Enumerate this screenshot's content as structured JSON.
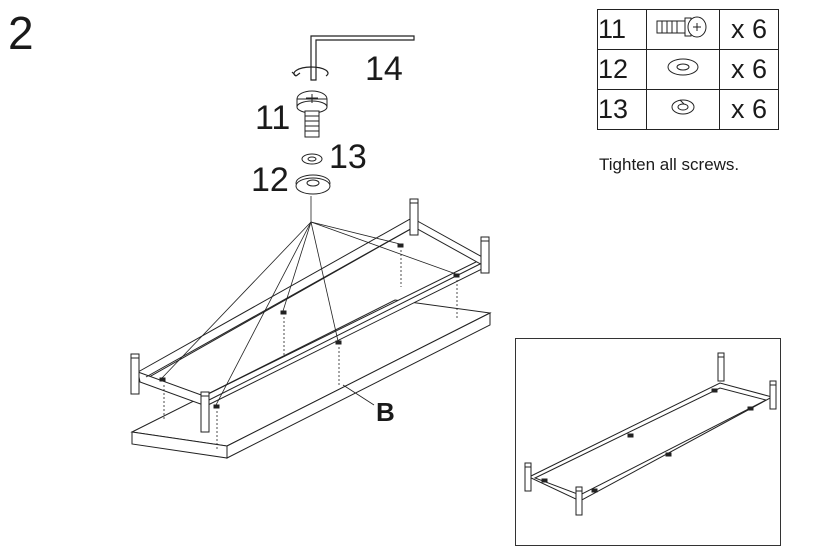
{
  "step": {
    "number": "2"
  },
  "callouts": {
    "wrench": "14",
    "screw": "11",
    "lock_washer": "13",
    "washer": "12",
    "board": "B"
  },
  "parts_table": [
    {
      "part": "11",
      "icon": "screw-icon",
      "qty": "x 6"
    },
    {
      "part": "12",
      "icon": "flat-washer-icon",
      "qty": "x 6"
    },
    {
      "part": "13",
      "icon": "lock-washer-icon",
      "qty": "x 6"
    }
  ],
  "instruction": "Tighten all screws.",
  "colors": {
    "line": "#222222",
    "background": "#ffffff"
  }
}
